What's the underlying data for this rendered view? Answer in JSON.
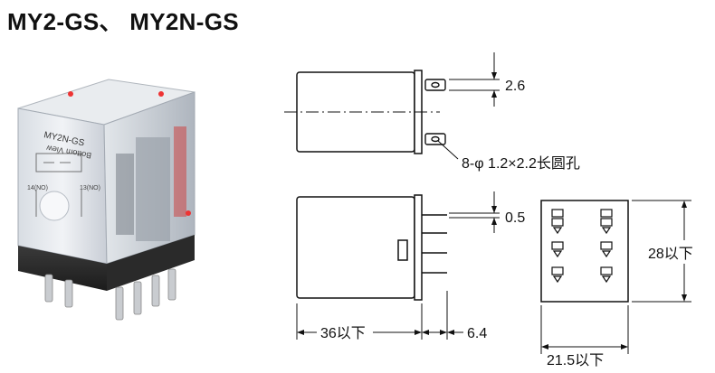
{
  "title": "MY2-GS、 MY2N-GS",
  "product_image": {
    "icon": "relay-photo",
    "top_label": "MY2N-GS",
    "bottom_view_label": "Bottom View",
    "face_label_left": "14(NO)",
    "face_label_right": "13(NO)"
  },
  "dimensions": {
    "pin_width": "2.6",
    "hole_note": "8-φ 1.2×2.2长圆孔",
    "pin_thickness": "0.5",
    "body_length": "36以下",
    "pin_length": "6.4",
    "body_height": "28以下",
    "body_width": "21.5以下"
  },
  "colors": {
    "line": "#111111",
    "body_fill": "#ffffff"
  }
}
